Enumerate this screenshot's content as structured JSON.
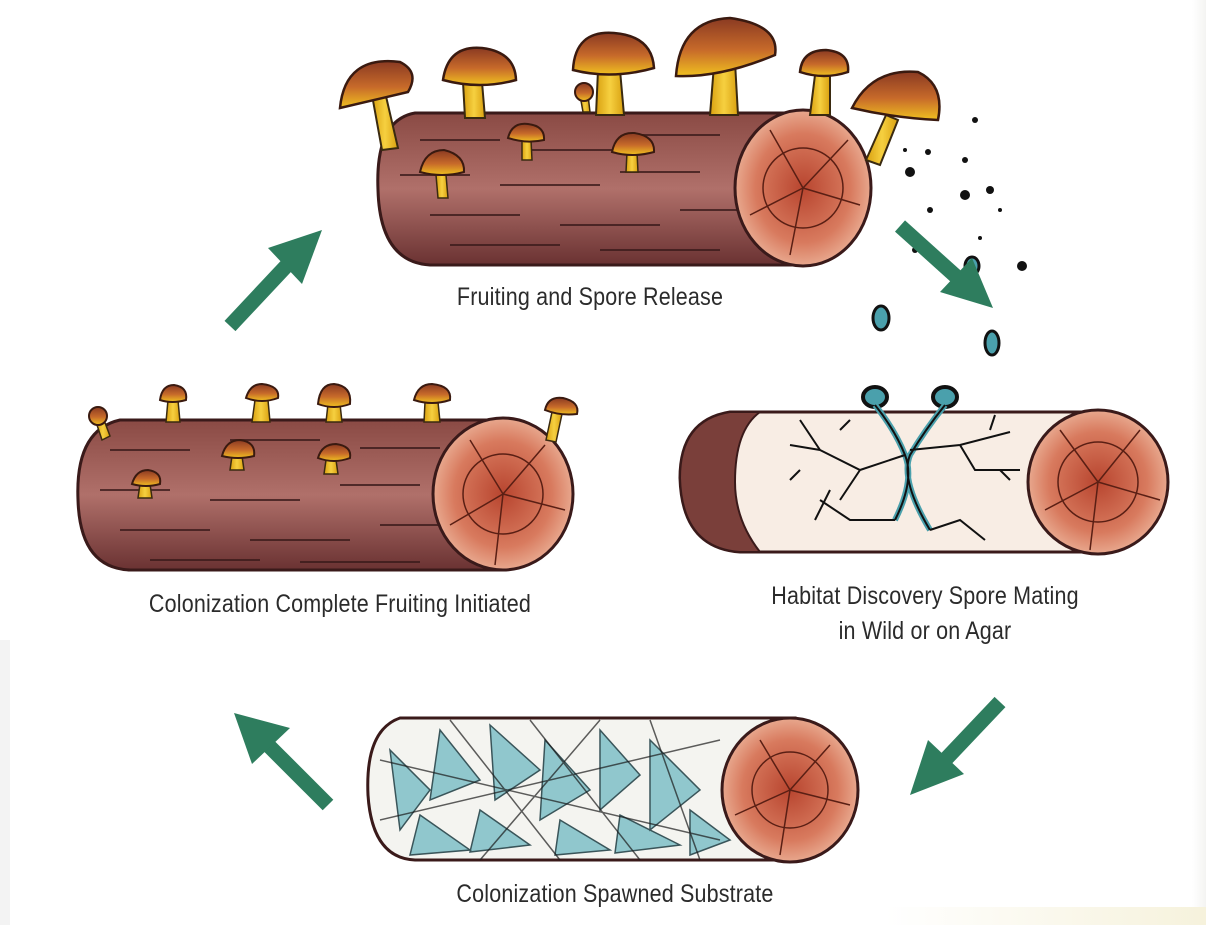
{
  "stages": {
    "fruiting": "Fruiting and Spore Release",
    "habitat_line1": "Habitat Discovery Spore Mating",
    "habitat_line2": "in Wild or on Agar",
    "spawned": "Colonization Spawned Substrate",
    "complete": "Colonization Complete Fruiting Initiated"
  },
  "colors": {
    "arrow": "#2e7d5e",
    "bark": "#7a3f3a",
    "bark_dark": "#5a2a2a",
    "wood_end": "#c8604a",
    "cap": "#8a3a22",
    "stem": "#f0c020",
    "mycelium": "#4aa0ac",
    "spore": "#111111"
  }
}
